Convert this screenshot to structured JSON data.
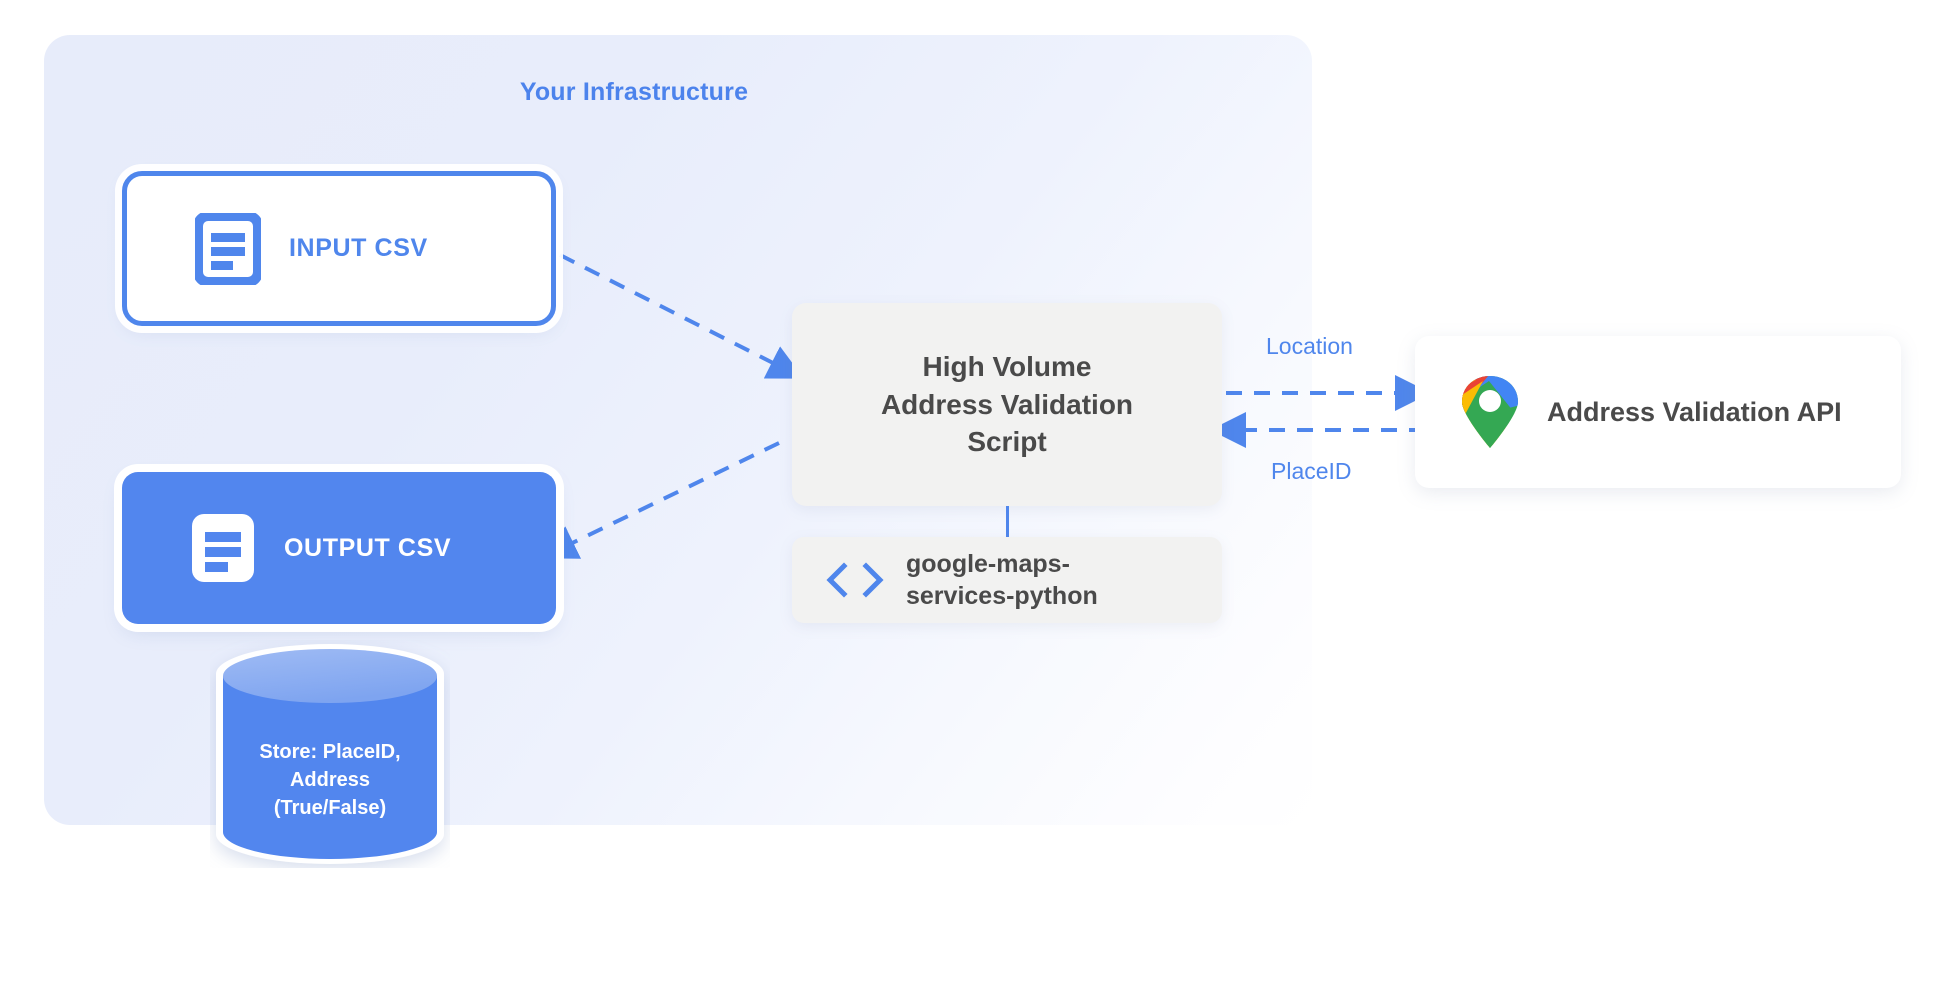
{
  "diagram": {
    "panel": {
      "title": "Your Infrastructure",
      "accent_color": "#4f86ec",
      "bg_color": "#e8edfb"
    },
    "nodes": {
      "input_csv": {
        "label": "INPUT CSV",
        "icon": "document-icon",
        "border_color": "#4f86ec",
        "fill_color": "#ffffff"
      },
      "output_csv": {
        "label": "OUTPUT CSV",
        "icon": "document-icon",
        "fill_color": "#5286ee",
        "text_color": "#ffffff"
      },
      "script": {
        "line1": "High Volume",
        "line2": "Address Validation",
        "line3": "Script",
        "fill_color": "#f2f2f1",
        "text_color": "#4a4a4a"
      },
      "library": {
        "line1": "google-maps-",
        "line2": "services-python",
        "icon": "code-brackets-icon",
        "fill_color": "#f2f2f1"
      },
      "api": {
        "label": "Address Validation API",
        "icon": "google-maps-pin-icon",
        "fill_color": "#ffffff"
      },
      "datastore": {
        "line1": "Store: PlaceID,",
        "line2": "Address",
        "line3": "(True/False)",
        "body_color": "#5286ee",
        "top_color": "#89aaf1",
        "text_color": "#ffffff"
      }
    },
    "edges": {
      "input_to_script": {
        "label": "",
        "style": "dashed",
        "direction": "right"
      },
      "script_to_output": {
        "label": "",
        "style": "dashed",
        "direction": "left"
      },
      "script_to_api": {
        "label": "Location",
        "style": "dashed",
        "direction": "right"
      },
      "api_to_script": {
        "label": "PlaceID",
        "style": "dashed",
        "direction": "left"
      },
      "script_to_library": {
        "label": "",
        "style": "solid",
        "direction": "none"
      }
    }
  }
}
